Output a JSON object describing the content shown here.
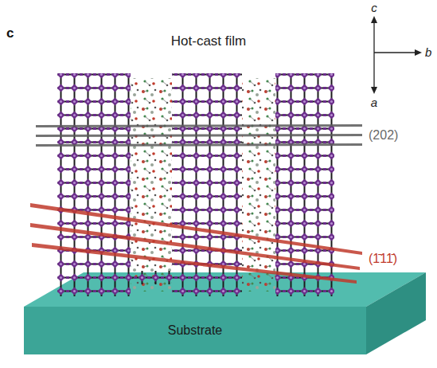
{
  "diagram": {
    "title": "Hot-cast film",
    "nodes": [
      {
        "text": [
          "Substrate"
        ]
      }
    ],
    "labels": [
      "c",
      "c",
      "b",
      "a",
      "(202)",
      "(1̄11̄)"
    ]
  }
}
